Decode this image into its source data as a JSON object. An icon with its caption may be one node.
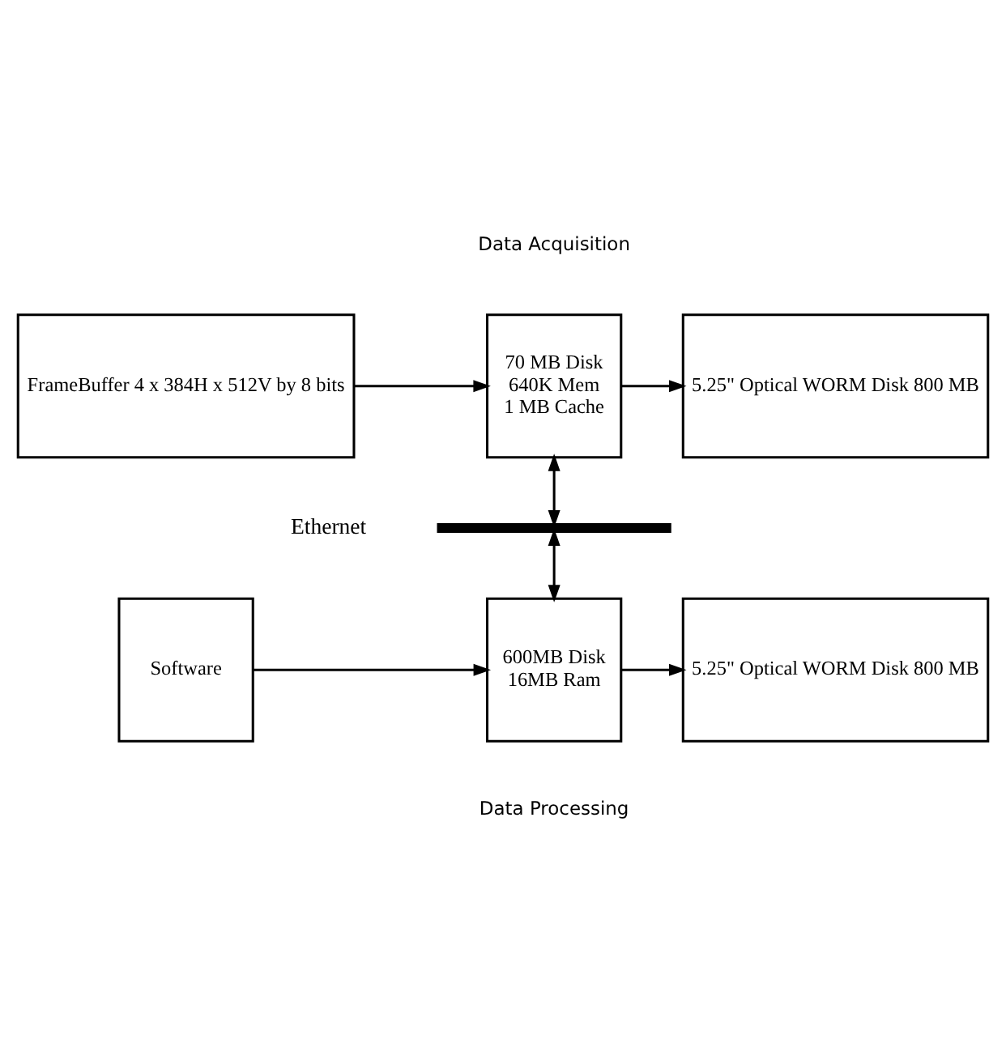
{
  "diagram": {
    "nodes": [
      {
        "text": [
          "FrameBuffer 4 x 384H x 512V by 8 bits"
        ]
      },
      {
        "text": [
          "70 MB Disk 640K Mem 1 MB Cache"
        ]
      },
      {
        "text": [
          "5.25\" Optical WORM Disk 800 MB"
        ]
      },
      {
        "text": [],
        "shape": "bar",
        "beside": [
          "Ethernet"
        ]
      },
      {
        "text": [
          "Software"
        ]
      },
      {
        "text": [
          "600MB Disk 16MB Ram"
        ]
      },
      {
        "text": [
          "5.25\" Optical WORM Disk 800 MB"
        ]
      }
    ],
    "edges": [
      {
        "from": 0,
        "to": 1,
        "arrow": "to"
      },
      {
        "from": 1,
        "to": 2,
        "arrow": "to"
      },
      {
        "from": 1,
        "to": 3,
        "arrow": "both"
      },
      {
        "from": 3,
        "to": 5,
        "arrow": "both"
      },
      {
        "from": 4,
        "to": 5,
        "arrow": "to"
      },
      {
        "from": 5,
        "to": 6,
        "arrow": "to"
      }
    ],
    "labels": [
      "Data Acquisition",
      "Data Processing"
    ]
  }
}
